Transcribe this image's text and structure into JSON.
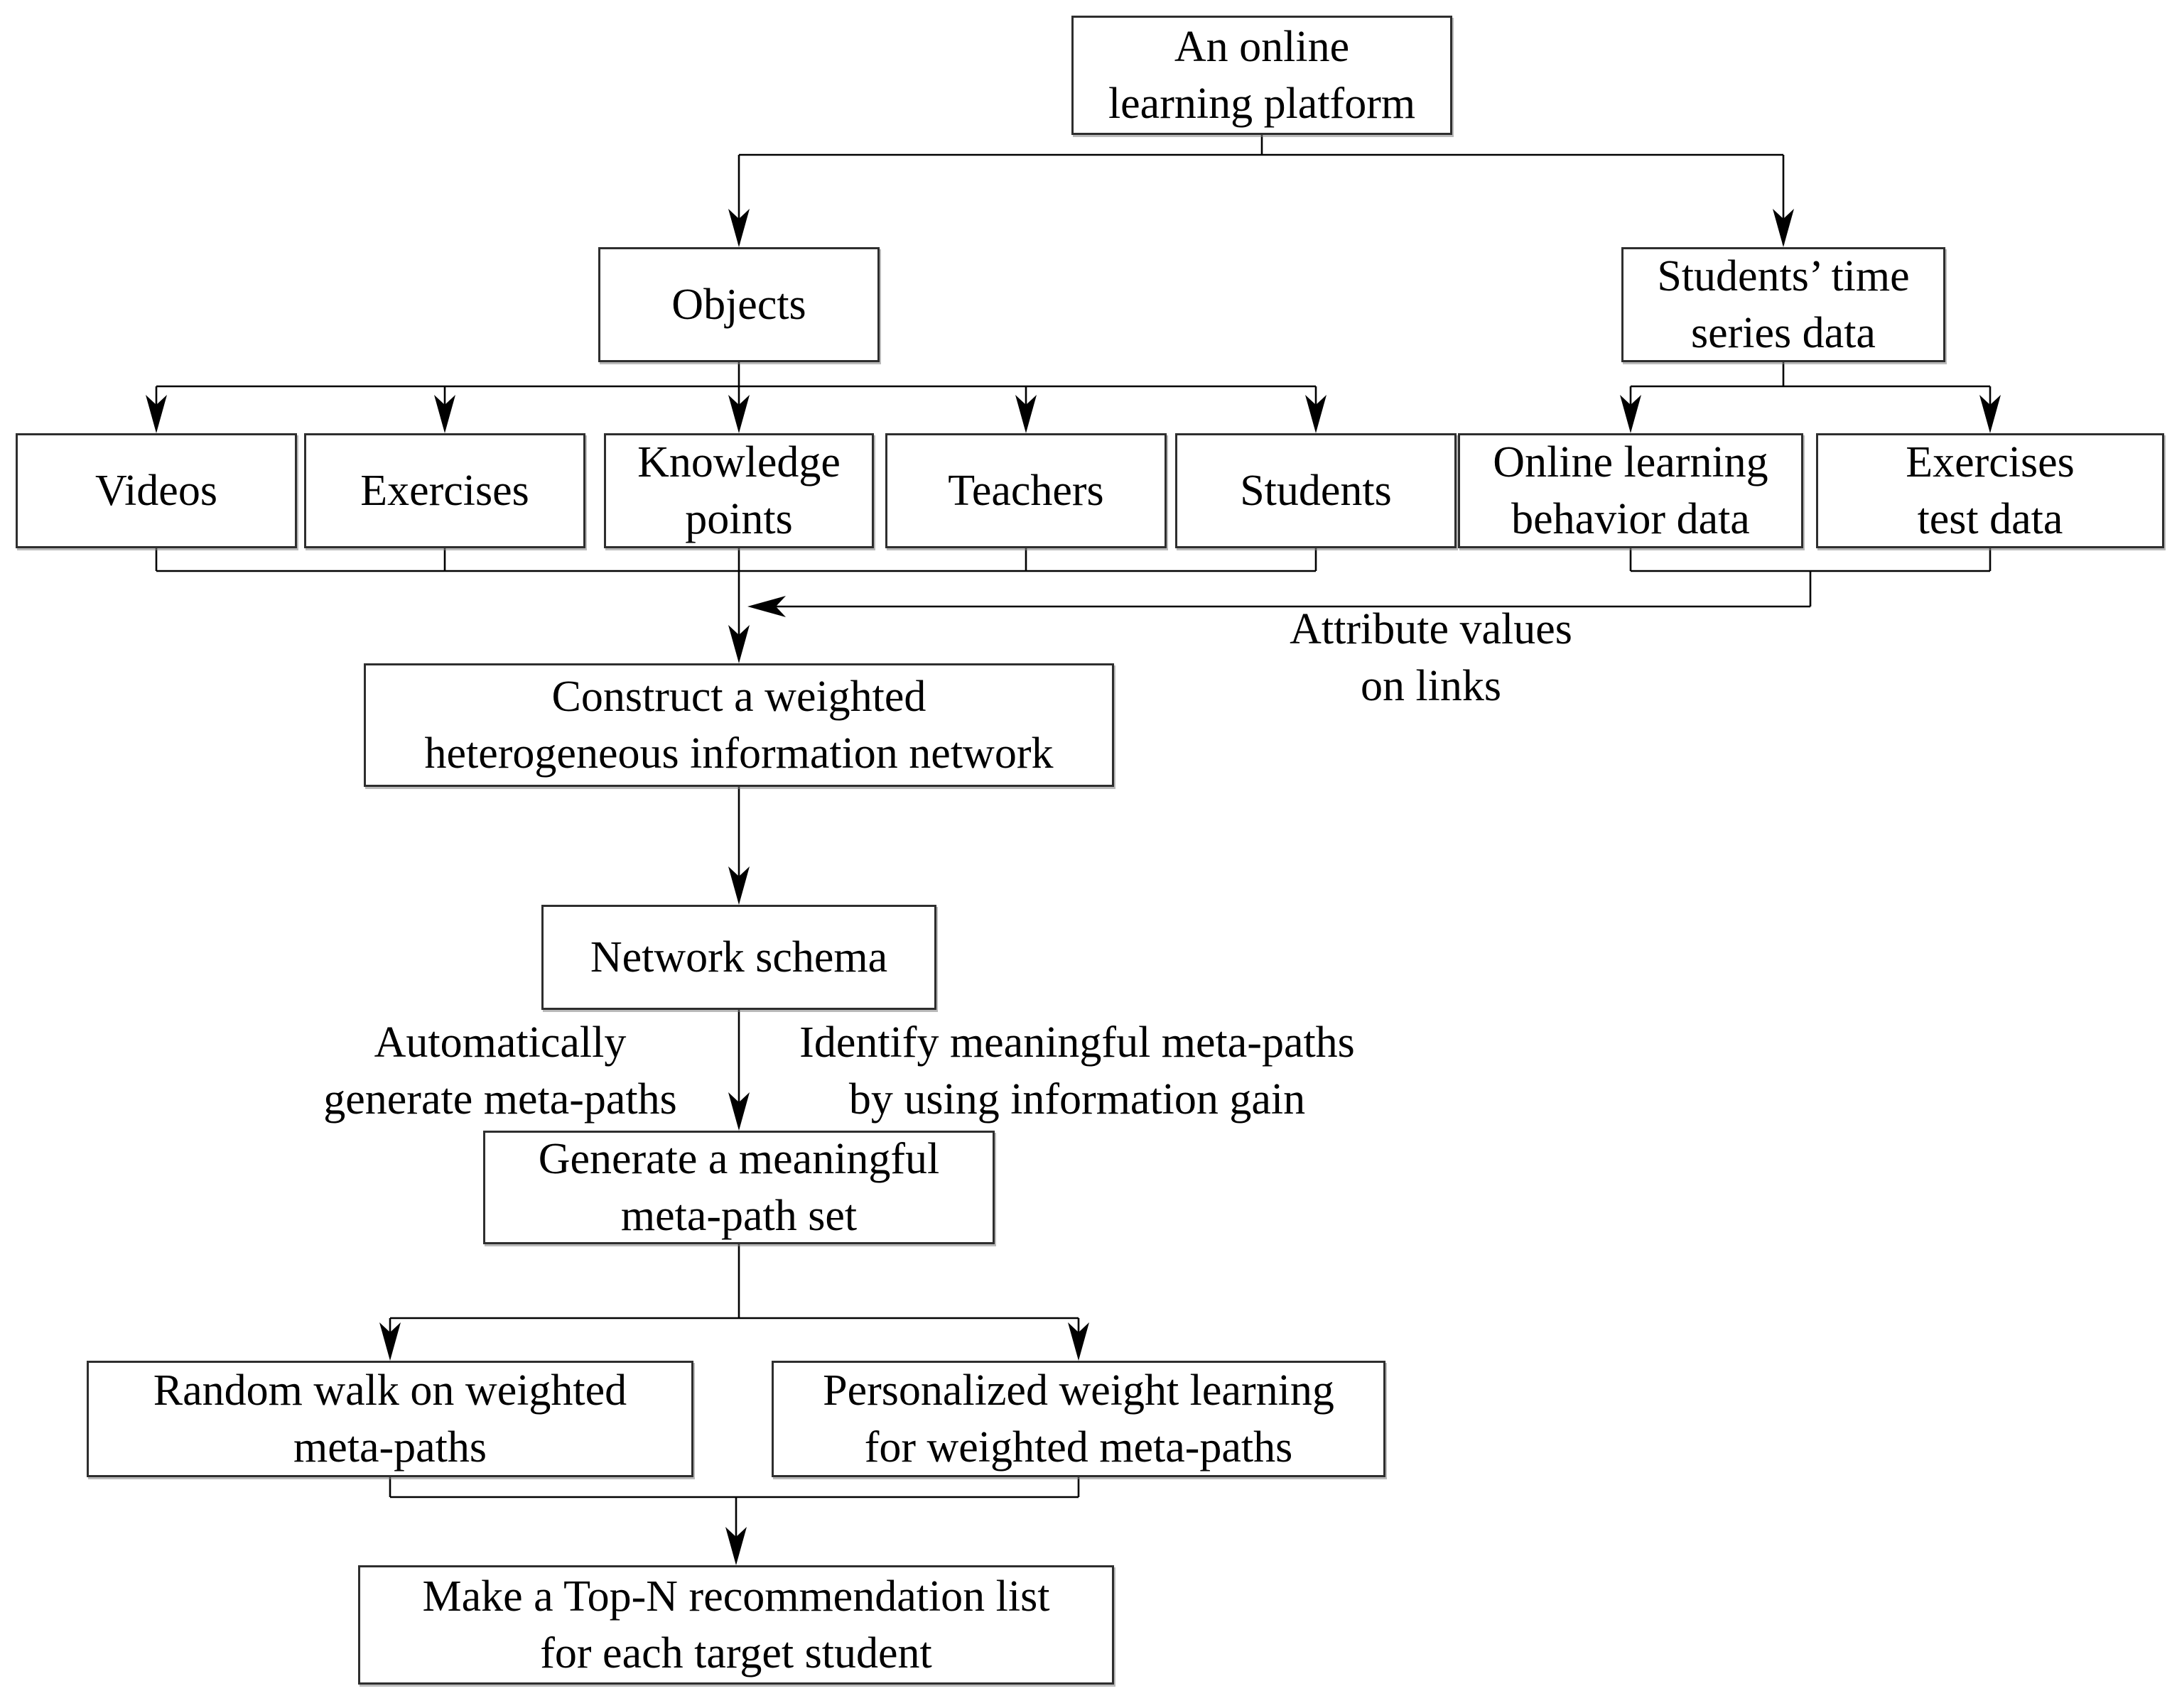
{
  "diagram": {
    "type": "flowchart",
    "background": "#ffffff",
    "line_color": "#000000",
    "box_border_color": "#2e2e2e",
    "text_color": "#000000"
  },
  "nodes": {
    "platform": {
      "label": "An online\nlearning platform"
    },
    "objects": {
      "label": "Objects"
    },
    "time_series": {
      "label": "Students’ time\nseries data"
    },
    "videos": {
      "label": "Videos"
    },
    "exercises": {
      "label": "Exercises"
    },
    "knowledge_points": {
      "label": "Knowledge\npoints"
    },
    "teachers": {
      "label": "Teachers"
    },
    "students": {
      "label": "Students"
    },
    "behavior_data": {
      "label": "Online learning\nbehavior data"
    },
    "test_data": {
      "label": "Exercises\ntest data"
    },
    "construct_network": {
      "label": "Construct a weighted\nheterogeneous information network"
    },
    "network_schema": {
      "label": "Network schema"
    },
    "meta_path_set": {
      "label": "Generate a meaningful\nmeta-path set"
    },
    "random_walk": {
      "label": "Random walk on weighted\nmeta-paths"
    },
    "weight_learning": {
      "label": "Personalized weight learning\nfor weighted meta-paths"
    },
    "recommendation": {
      "label": "Make a Top-N recommendation list\nfor each target student"
    }
  },
  "edge_labels": {
    "attribute_values": "Attribute values\non links",
    "auto_generate": "Automatically\ngenerate meta-paths",
    "identify_meta_paths": "Identify meaningful meta-paths\nby using information gain"
  }
}
